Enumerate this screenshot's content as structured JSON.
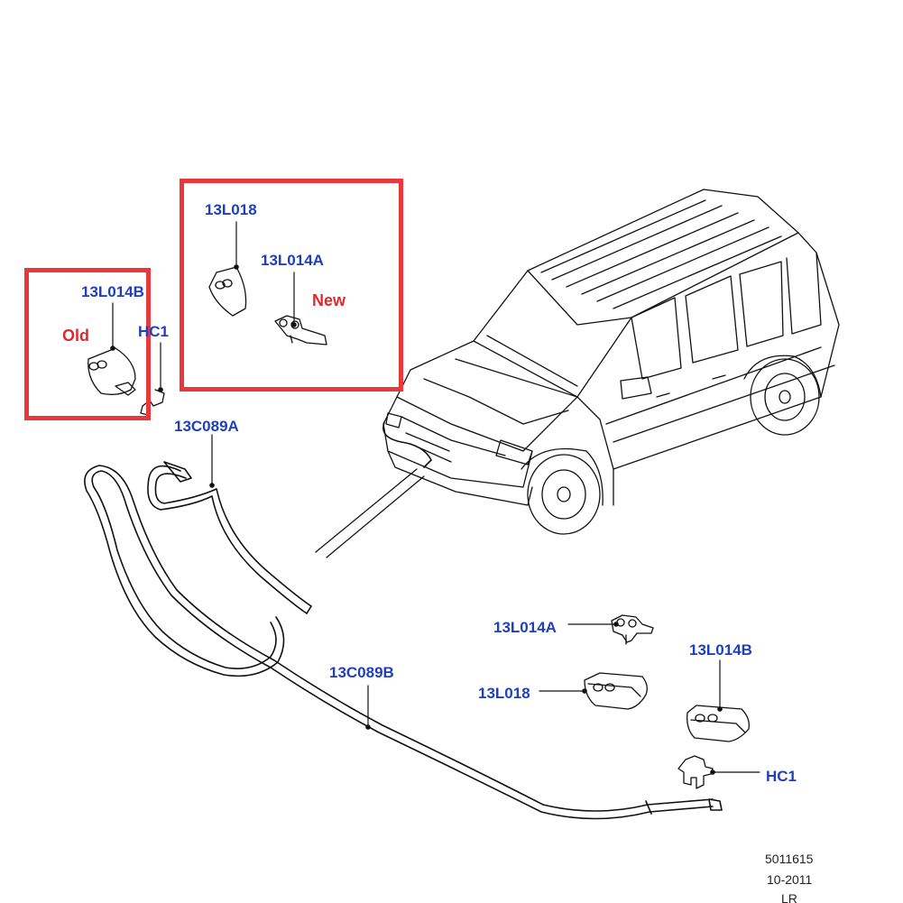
{
  "labels": {
    "box_new_part_a": "13L018",
    "box_new_part_b": "13L014A",
    "box_old_part": "13L014B",
    "box_old_clip": "HC1",
    "hose_a": "13C089A",
    "hose_b": "13C089B",
    "detail_nozzle": "13L014A",
    "detail_cover": "13L018",
    "detail_jet": "13L014B",
    "detail_clip": "HC1"
  },
  "notes": {
    "old": "Old",
    "new": "New"
  },
  "footer": {
    "ref_number": "5011615",
    "date": "10-2011",
    "initials": "LR"
  },
  "colors": {
    "box_border": "#e8383d",
    "part_label": "#1f3fbf",
    "note_label": "#e0292e",
    "line_art": "#111111"
  }
}
